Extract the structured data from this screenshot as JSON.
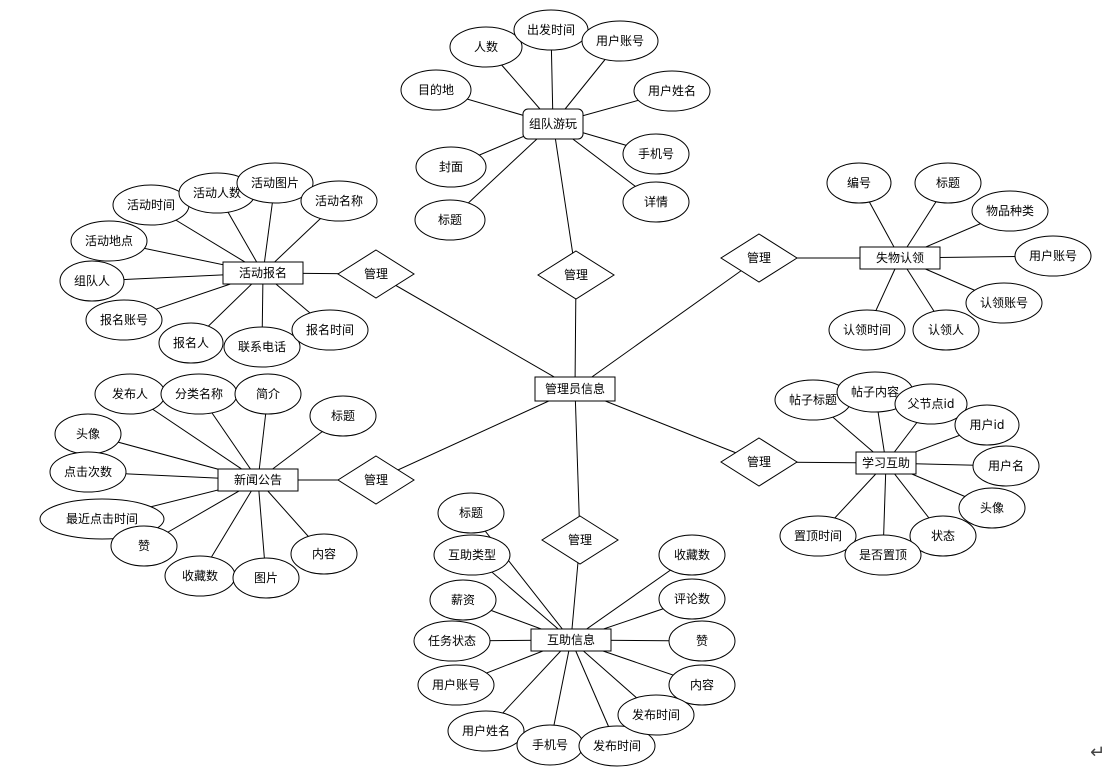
{
  "center": "管理员信息",
  "relation_label": "管理",
  "entities": {
    "zudui": {
      "name": "组队游玩",
      "attrs": [
        "人数",
        "出发时间",
        "用户账号",
        "目的地",
        "用户姓名",
        "封面",
        "手机号",
        "标题",
        "详情"
      ]
    },
    "huodong": {
      "name": "活动报名",
      "attrs": [
        "活动时间",
        "活动人数",
        "活动图片",
        "活动名称",
        "活动地点",
        "组队人",
        "报名账号",
        "报名人",
        "联系电话",
        "报名时间"
      ]
    },
    "shiwu": {
      "name": "失物认领",
      "attrs": [
        "编号",
        "标题",
        "物品种类",
        "用户账号",
        "认领账号",
        "认领时间",
        "认领人"
      ]
    },
    "xinwen": {
      "name": "新闻公告",
      "attrs": [
        "发布人",
        "分类名称",
        "简介",
        "标题",
        "头像",
        "点击次数",
        "最近点击时间",
        "赞",
        "收藏数",
        "图片",
        "内容"
      ]
    },
    "xuexi": {
      "name": "学习互助",
      "attrs": [
        "帖子标题",
        "帖子内容",
        "父节点id",
        "用户id",
        "用户名",
        "头像",
        "置顶时间",
        "状态",
        "是否置顶"
      ]
    },
    "huzhu": {
      "name": "互助信息",
      "attrs": [
        "标题",
        "互助类型",
        "薪资",
        "任务状态",
        "用户账号",
        "用户姓名",
        "手机号",
        "发布时间",
        "收藏数",
        "评论数",
        "赞",
        "内容",
        "发布时间"
      ]
    }
  },
  "return_mark": "↵"
}
